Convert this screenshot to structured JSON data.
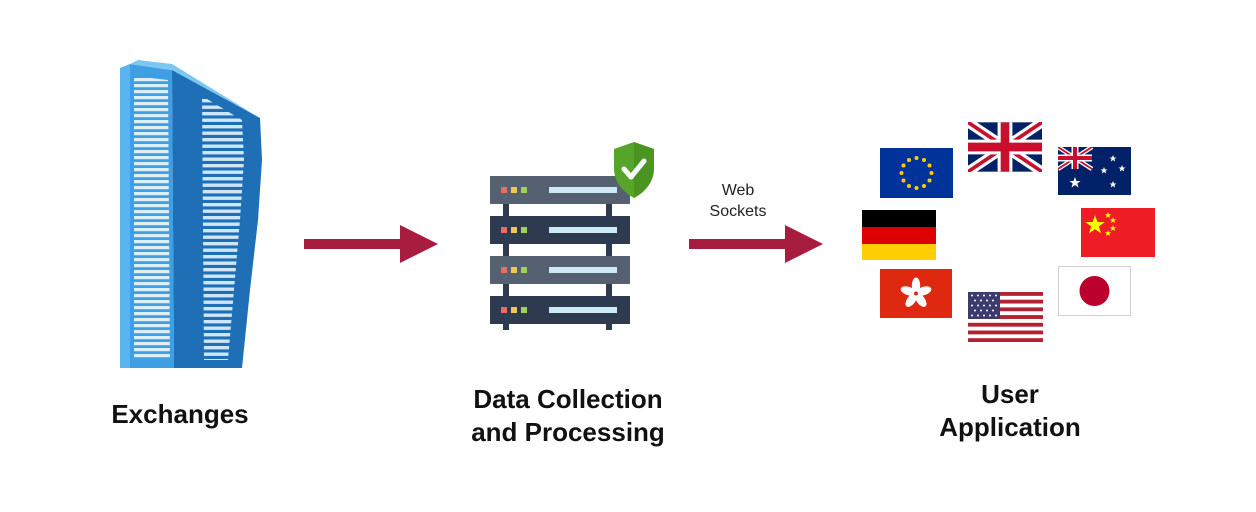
{
  "nodes": {
    "exchanges": {
      "label": "Exchanges"
    },
    "processing": {
      "label_line1": "Data Collection",
      "label_line2": "and Processing"
    },
    "user_app": {
      "label_line1": "User",
      "label_line2": "Application"
    }
  },
  "edges": {
    "processing_to_user": {
      "label_line1": "Web",
      "label_line2": "Sockets"
    }
  },
  "icons": {
    "exchanges": "skyscraper-icon",
    "processing": "server-rack-icon",
    "shield": "shield-check-icon",
    "flags": [
      "eu-flag-icon",
      "uk-flag-icon",
      "australia-flag-icon",
      "germany-flag-icon",
      "china-flag-icon",
      "hong-kong-flag-icon",
      "usa-flag-icon",
      "japan-flag-icon"
    ]
  },
  "colors": {
    "arrow": "#A81C3F",
    "building_light": "#3B9BE0",
    "building_dark": "#1F6FB5",
    "server_dark": "#2E3A4F",
    "server_mid": "#556070",
    "shield": "#56A52A"
  }
}
